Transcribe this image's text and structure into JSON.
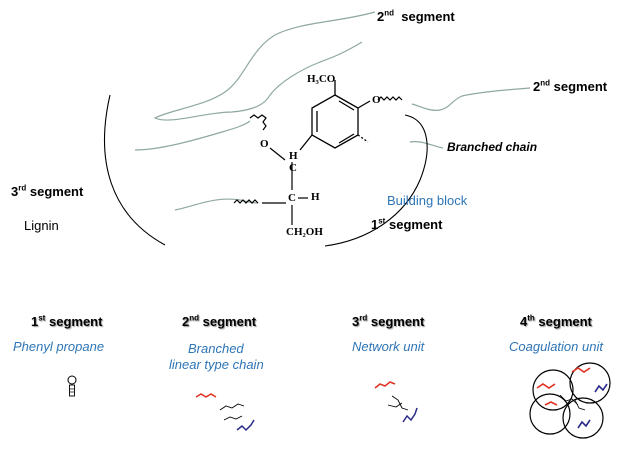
{
  "top_labels": {
    "seg2_top": {
      "num": "2",
      "sup": "nd",
      "word": "segment"
    },
    "seg2_right": {
      "num": "2",
      "sup": "nd",
      "word": "segment"
    },
    "branched_chain": "Branched chain",
    "building_block": "Building block",
    "seg3_left": {
      "num": "3",
      "sup": "rd",
      "word": "segment"
    },
    "lignin": "Lignin",
    "seg1_mid": {
      "num": "1",
      "sup": "st",
      "word": "segment"
    }
  },
  "molecule": {
    "methoxy": "H₃CO",
    "o_left": "O",
    "h_top": "H",
    "c_top": "C",
    "c_mid": "C",
    "h_right": "H",
    "ch2oh": "CH₂OH",
    "o_ring": "O"
  },
  "bottom_segments": [
    {
      "num": "1",
      "sup": "st",
      "word": "segment",
      "desc": "Phenyl propane"
    },
    {
      "num": "2",
      "sup": "nd",
      "word": "segment",
      "desc_line1": "Branched",
      "desc_line2": "linear type  chain"
    },
    {
      "num": "3",
      "sup": "rd",
      "word": "segment",
      "desc": "Network unit"
    },
    {
      "num": "4",
      "sup": "th",
      "word": "segment",
      "desc": "Coagulation unit"
    }
  ],
  "colors": {
    "text_blue": "#2e75b6",
    "chain_gray": "#8fa8a0",
    "red": "#e03020",
    "navy": "#2a2a8a"
  }
}
